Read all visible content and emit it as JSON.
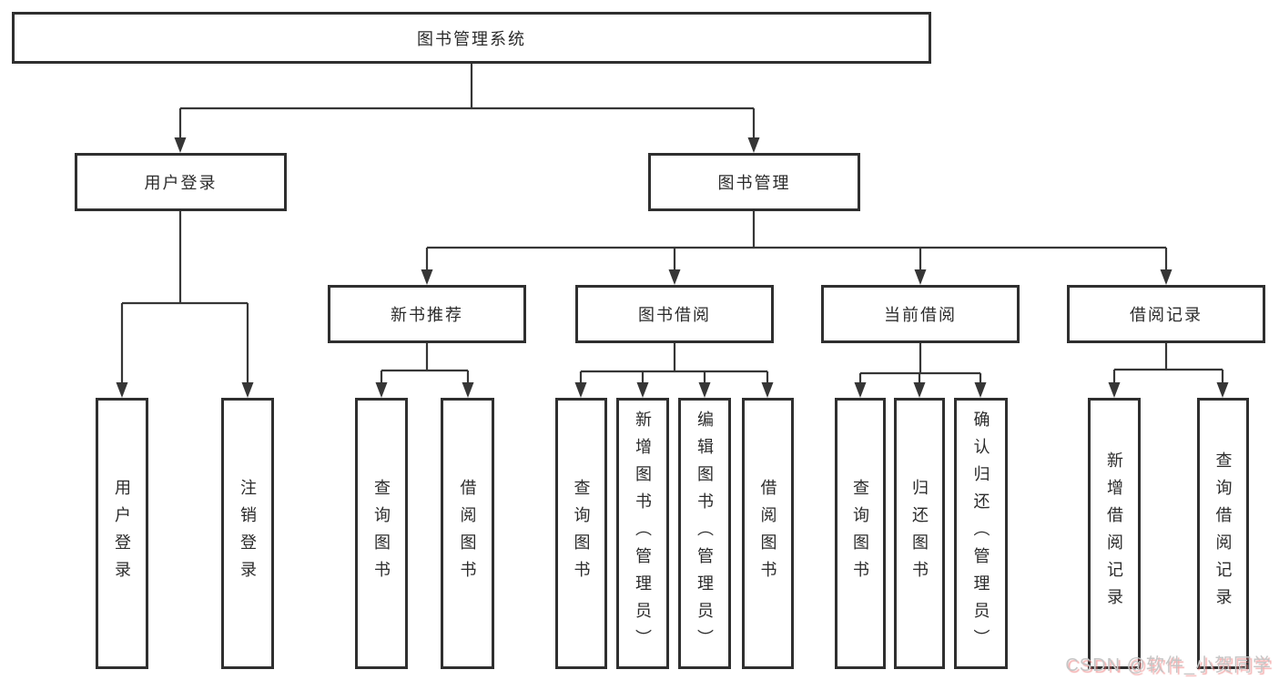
{
  "tree": {
    "label": "图书管理系统",
    "children": [
      {
        "label": "用户登录",
        "children": [
          {
            "label": "用户登录"
          },
          {
            "label": "注销登录"
          }
        ]
      },
      {
        "label": "图书管理",
        "children": [
          {
            "label": "新书推荐",
            "children": [
              {
                "label": "查询图书"
              },
              {
                "label": "借阅图书"
              }
            ]
          },
          {
            "label": "图书借阅",
            "children": [
              {
                "label": "查询图书"
              },
              {
                "label": "新增图书（管理员）"
              },
              {
                "label": "编辑图书（管理员）"
              },
              {
                "label": "借阅图书"
              }
            ]
          },
          {
            "label": "当前借阅",
            "children": [
              {
                "label": "查询图书"
              },
              {
                "label": "归还图书"
              },
              {
                "label": "确认归还（管理员）"
              }
            ]
          },
          {
            "label": "借阅记录",
            "children": [
              {
                "label": "新增借阅记录"
              },
              {
                "label": "查询借阅记录"
              }
            ]
          }
        ]
      }
    ]
  },
  "watermark": {
    "text": "CSDN @软件_小贺同学"
  },
  "colors": {
    "line": "#363636",
    "border": "#2f2f2f",
    "text": "#2b2b2b",
    "watermark": "#c6c6c6"
  }
}
